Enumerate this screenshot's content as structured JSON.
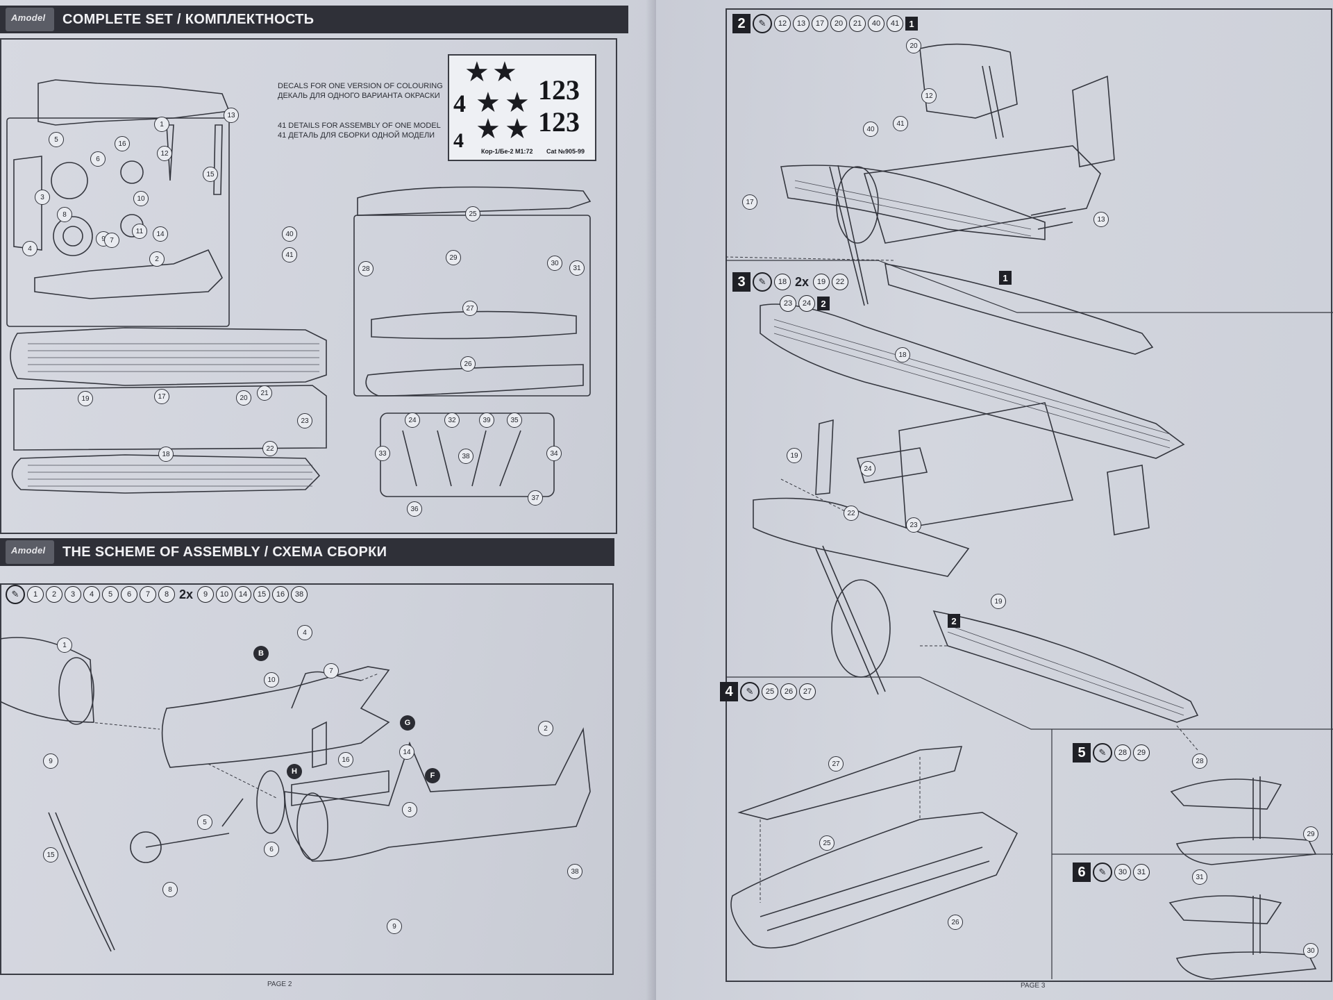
{
  "left_page": {
    "complete_set": {
      "title": "COMPLETE SET / КОМПЛЕКТНОСТЬ",
      "logo": "Amodel",
      "decal_note_en": "DECALS FOR ONE VERSION OF COLOURING",
      "decal_note_ru": "ДЕКАЛЬ ДЛЯ ОДНОГО ВАРИАНТА ОКРАСКИ",
      "details_note_en": "41 DETAILS FOR ASSEMBLY OF ONE MODEL",
      "details_note_ru": "41 ДЕТАЛЬ ДЛЯ СБОРКИ ОДНОЙ МОДЕЛИ",
      "decal_sheet": {
        "number_1": "123",
        "number_2": "123",
        "digit_1": "4",
        "digit_2": "4",
        "caption_model": "Кор-1/Бе-2 M1:72",
        "caption_cat": "Cat №905-99"
      },
      "sprue_callouts": [
        "5",
        "6",
        "3",
        "8",
        "9",
        "4",
        "1",
        "2",
        "7",
        "16",
        "12",
        "13",
        "10",
        "14",
        "11",
        "15",
        "40",
        "41",
        "25",
        "27",
        "26",
        "28",
        "29",
        "30",
        "31",
        "17",
        "18",
        "19",
        "20",
        "21",
        "22",
        "23",
        "24",
        "32",
        "33",
        "34",
        "35",
        "36",
        "37",
        "38",
        "39"
      ]
    },
    "assembly": {
      "title": "THE SCHEME OF ASSEMBLY / СХЕМА СБОРКИ",
      "logo": "Amodel",
      "step1_parts_a": [
        "1",
        "2",
        "3",
        "4",
        "5",
        "6",
        "7",
        "8"
      ],
      "step1_mult": "2x",
      "step1_parts_b": [
        "9",
        "10",
        "14",
        "15",
        "16",
        "38"
      ],
      "callouts": [
        "1",
        "9",
        "4",
        "7",
        "10",
        "B",
        "16",
        "G",
        "14",
        "H",
        "F",
        "3",
        "2",
        "5",
        "6",
        "8",
        "15",
        "9",
        "38"
      ],
      "paint_codes": [
        "B",
        "G",
        "H",
        "F"
      ]
    },
    "page_number": "PAGE 2"
  },
  "right_page": {
    "step2": {
      "num": "2",
      "parts": [
        "12",
        "13",
        "17",
        "20",
        "21",
        "40",
        "41"
      ],
      "tag": "1",
      "callouts": [
        "20",
        "12",
        "40",
        "41",
        "17",
        "13"
      ],
      "marker": "1"
    },
    "step3": {
      "num": "3",
      "parts_a": [
        "18"
      ],
      "mult": "2x",
      "parts_b": [
        "19",
        "22"
      ],
      "parts_c": [
        "23",
        "24"
      ],
      "tag": "2",
      "callouts": [
        "18",
        "19",
        "24",
        "22",
        "23",
        "19"
      ],
      "marker": "2"
    },
    "step4": {
      "num": "4",
      "parts": [
        "25",
        "26",
        "27"
      ],
      "callouts": [
        "27",
        "25",
        "26"
      ]
    },
    "step5": {
      "num": "5",
      "parts": [
        "28",
        "29"
      ],
      "callouts": [
        "28",
        "29"
      ]
    },
    "step6": {
      "num": "6",
      "parts": [
        "30",
        "31"
      ],
      "callouts": [
        "31",
        "30"
      ]
    },
    "page_number": "PAGE 3"
  }
}
